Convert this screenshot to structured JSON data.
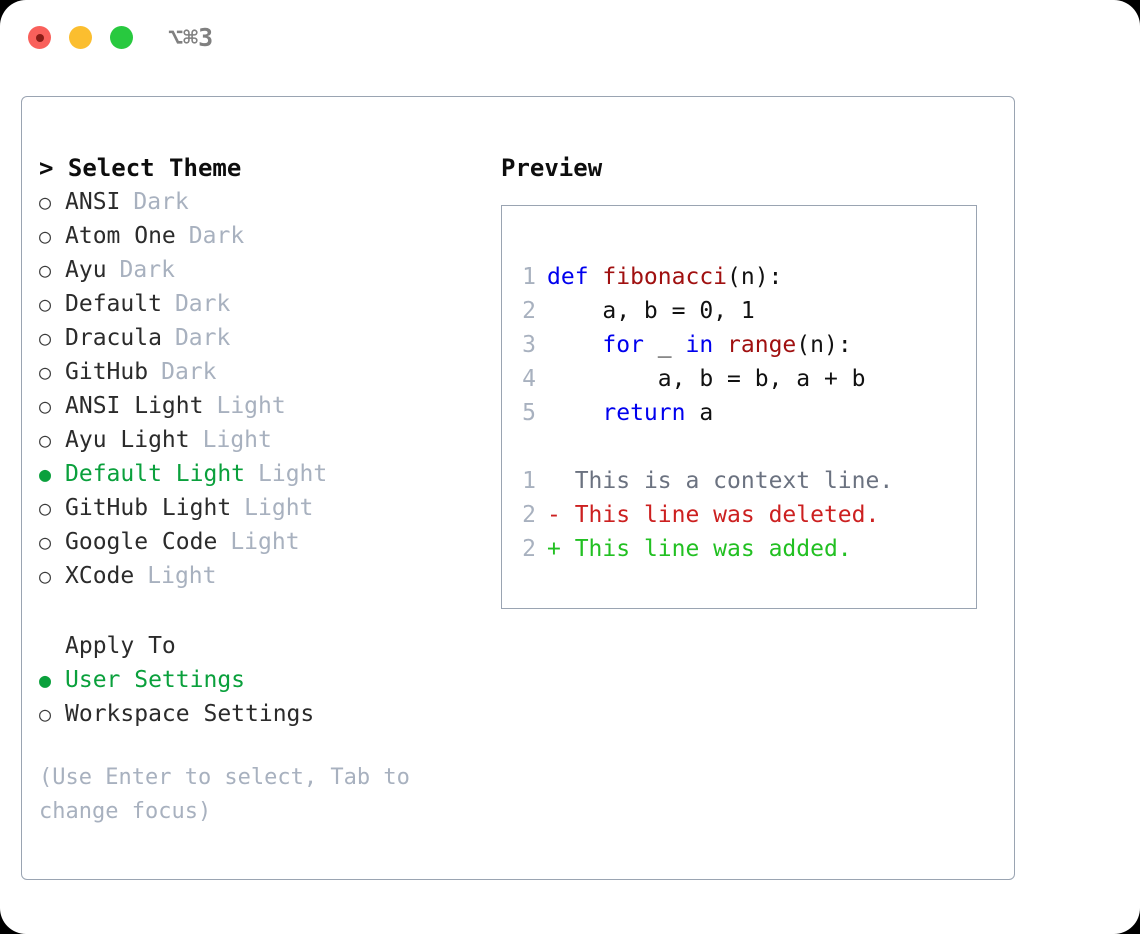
{
  "titlebar": {
    "shortcut": "⌥⌘3",
    "buttons": [
      {
        "name": "close",
        "label": "Close"
      },
      {
        "name": "minimize",
        "label": "Minimize"
      },
      {
        "name": "zoom",
        "label": "Zoom"
      }
    ]
  },
  "colors": {
    "selection_green": "#0aa03c",
    "diff_added_green": "#22c022",
    "diff_deleted_red": "#cc2020",
    "keyword_blue": "#0000ee",
    "function_red": "#a01010",
    "muted_grey": "#a8b1bf",
    "border": "#9aa4b2"
  },
  "theme_list": {
    "header": "> Select Theme",
    "bullet_selected": "●",
    "bullet_unselected": "○",
    "items": [
      {
        "label": "ANSI",
        "tag": "Dark",
        "selected": false
      },
      {
        "label": "Atom One",
        "tag": "Dark",
        "selected": false
      },
      {
        "label": "Ayu",
        "tag": "Dark",
        "selected": false
      },
      {
        "label": "Default",
        "tag": "Dark",
        "selected": false
      },
      {
        "label": "Dracula",
        "tag": "Dark",
        "selected": false
      },
      {
        "label": "GitHub",
        "tag": "Dark",
        "selected": false
      },
      {
        "label": "ANSI Light",
        "tag": "Light",
        "selected": false
      },
      {
        "label": "Ayu Light",
        "tag": "Light",
        "selected": false
      },
      {
        "label": "Default Light",
        "tag": "Light",
        "selected": true
      },
      {
        "label": "GitHub Light",
        "tag": "Light",
        "selected": false
      },
      {
        "label": "Google Code",
        "tag": "Light",
        "selected": false
      },
      {
        "label": "XCode",
        "tag": "Light",
        "selected": false
      }
    ]
  },
  "apply_to": {
    "title": "Apply To",
    "items": [
      {
        "label": "User Settings",
        "selected": true
      },
      {
        "label": "Workspace Settings",
        "selected": false
      }
    ]
  },
  "hint": "(Use Enter to select, Tab to change focus)",
  "preview": {
    "header": "Preview",
    "code_lines": [
      {
        "number": "1",
        "tokens": [
          {
            "text": "def ",
            "kind": "kw"
          },
          {
            "text": "fibonacci",
            "kind": "fn"
          },
          {
            "text": "(n):",
            "kind": "pl"
          }
        ]
      },
      {
        "number": "2",
        "tokens": [
          {
            "text": "    a, b = 0, 1",
            "kind": "pl"
          }
        ]
      },
      {
        "number": "3",
        "tokens": [
          {
            "text": "    ",
            "kind": "pl"
          },
          {
            "text": "for",
            "kind": "kw"
          },
          {
            "text": " _ ",
            "kind": "pl"
          },
          {
            "text": "in",
            "kind": "kw"
          },
          {
            "text": " ",
            "kind": "pl"
          },
          {
            "text": "range",
            "kind": "fn"
          },
          {
            "text": "(n):",
            "kind": "pl"
          }
        ]
      },
      {
        "number": "4",
        "tokens": [
          {
            "text": "        a, b = b, a + b",
            "kind": "pl"
          }
        ]
      },
      {
        "number": "5",
        "tokens": [
          {
            "text": "    ",
            "kind": "pl"
          },
          {
            "text": "return",
            "kind": "kw"
          },
          {
            "text": " a",
            "kind": "pl"
          }
        ]
      }
    ],
    "diff_lines": [
      {
        "number": "1",
        "marker": " ",
        "text": " This is a context line.",
        "kind": "ctx"
      },
      {
        "number": "2",
        "marker": "-",
        "text": " This line was deleted.",
        "kind": "del"
      },
      {
        "number": "2",
        "marker": "+",
        "text": " This line was added.",
        "kind": "add"
      }
    ]
  }
}
